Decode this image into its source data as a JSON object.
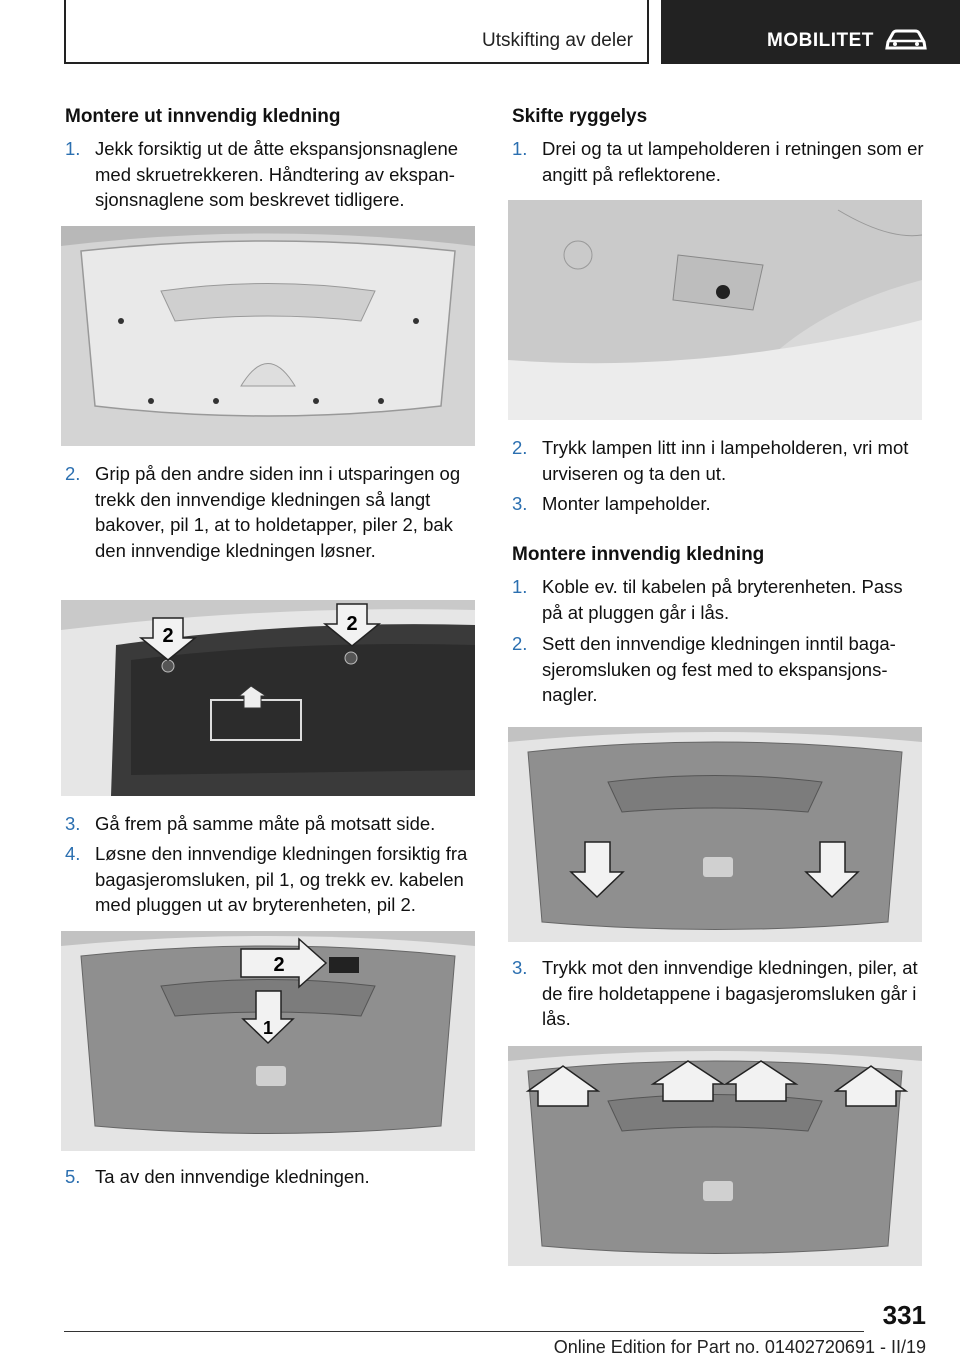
{
  "header": {
    "section": "Utskifting av deler",
    "chapter": "MOBILITET",
    "car_icon": "car-icon"
  },
  "left": {
    "heading": "Montere ut innvendig kledning",
    "steps": [
      {
        "num": "1.",
        "text": "Jekk forsiktig ut de åtte ekspansjonsnaglene med skruetrekkeren. Håndtering av ekspan-sjonsnaglene som beskrevet tidligere."
      },
      {
        "num": "2.",
        "text": "Grip på den andre siden inn i utsparingen og trekk den innvendige kledningen så langt bakover, pil 1, at to holdetapper, piler 2, bak den innvendige kledningen løsner."
      },
      {
        "num": "3.",
        "text": "Gå frem på samme måte på motsatt side."
      },
      {
        "num": "4.",
        "text": "Løsne den innvendige kledningen forsiktig fra bagasjeromsluken, pil 1, og trekk ev. kabelen med pluggen ut av bryterenheten, pil 2."
      },
      {
        "num": "5.",
        "text": "Ta av den innvendige kledningen."
      }
    ],
    "fig2_labels": [
      "2",
      "2"
    ],
    "fig3_labels": [
      "2",
      "1"
    ]
  },
  "right": {
    "heading1": "Skifte ryggelys",
    "steps1": [
      {
        "num": "1.",
        "text": "Drei og ta ut lampeholderen i retningen som er angitt på reflektorene."
      },
      {
        "num": "2.",
        "text": "Trykk lampen litt inn i lampeholderen, vri mot urviseren og ta den ut."
      },
      {
        "num": "3.",
        "text": "Monter lampeholder."
      }
    ],
    "heading2": "Montere innvendig kledning",
    "steps2": [
      {
        "num": "1.",
        "text": "Koble ev. til kabelen på bryterenheten. Pass på at pluggen går i lås."
      },
      {
        "num": "2.",
        "text": "Sett den innvendige kledningen inntil baga-sjeromsluken og fest med to ekspansjons-nagler."
      },
      {
        "num": "3.",
        "text": "Trykk mot den innvendige kledningen, piler, at de fire holdetappene i bagasjeromsluken går i lås."
      }
    ]
  },
  "page_number": "331",
  "footer": "Online Edition for Part no. 01402720691 - II/19"
}
